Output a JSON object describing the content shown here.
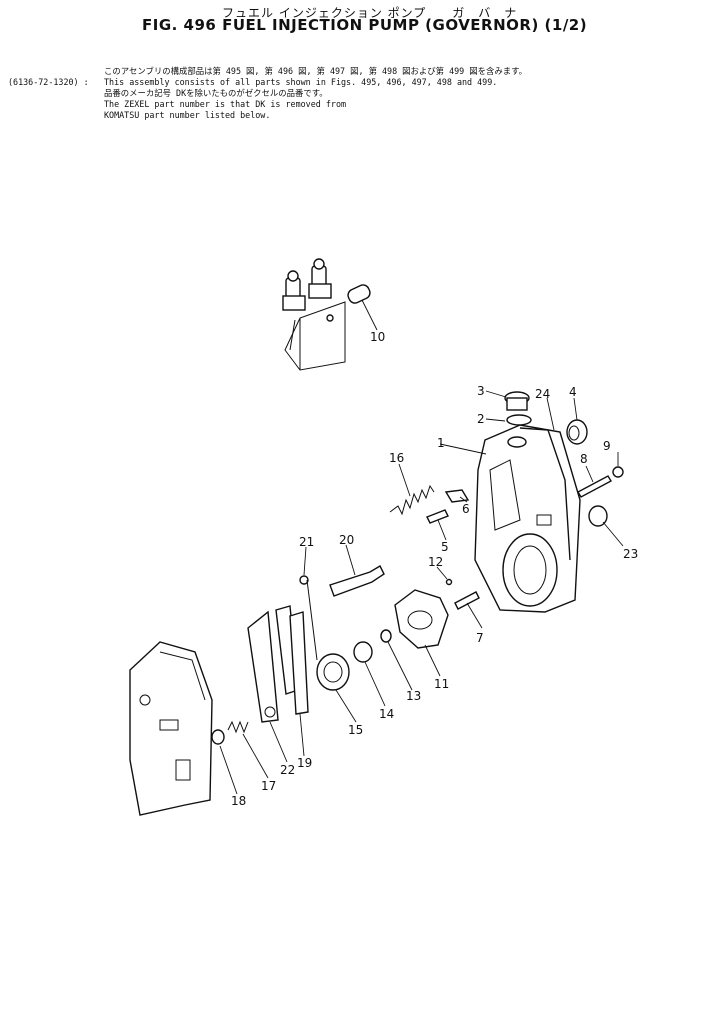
{
  "header": {
    "japanese_title": "フュエル インジェクション ポンプ　　ガ　バ　ナ",
    "figure_title": "FIG. 496   FUEL  INJECTION  PUMP  (GOVERNOR)  (1/2)",
    "assembly_code": "(6136-72-1320) :",
    "notes": [
      "このアセンブリの構成部品は第 495 図, 第 496 図, 第 497 図, 第 498 図および第 499 図を含みます。",
      "This assembly consists of all parts shown in Figs. 495, 496, 497, 498 and 499.",
      "品番のメーカ記号 DKを除いたものがゼクセルの品番です。",
      "The ZEXEL part number is that DK is removed from",
      "KOMATSU part number listed below."
    ]
  },
  "callouts": [
    "1",
    "2",
    "3",
    "4",
    "5",
    "6",
    "7",
    "8",
    "9",
    "10",
    "11",
    "12",
    "13",
    "14",
    "15",
    "16",
    "17",
    "18",
    "19",
    "20",
    "21",
    "22",
    "23",
    "24"
  ]
}
